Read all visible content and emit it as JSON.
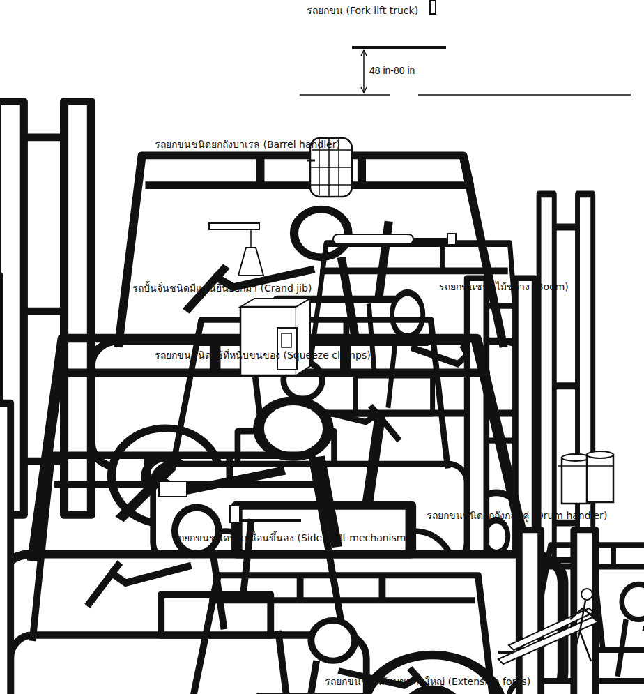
{
  "diagram": {
    "labels": [
      "รถยกขน (Fork lift truck)",
      "48 in-80 in",
      "รถยกขนชนิดยกถังบาเรล (Barrel handler)",
      "รถปั้นจั่นชนิดมีแขนยื่นออกมา (Crand jib)",
      "รถยกขนชนิดไม้ขวาง (Boom)",
      "รถยกขนชนิดใช้ที่หนีบขนของ (Squeeze clamps)",
      "รถยกขนชนิดยกถังกลมคู่ (Drum handler)",
      "รถยกขนชนิดที่ยกเลื่อนขึ้นลง (Side shift mechanism)",
      "รถยกขนชนิดส้อมขนาดใหญ่ (Extension forks)"
    ]
  }
}
